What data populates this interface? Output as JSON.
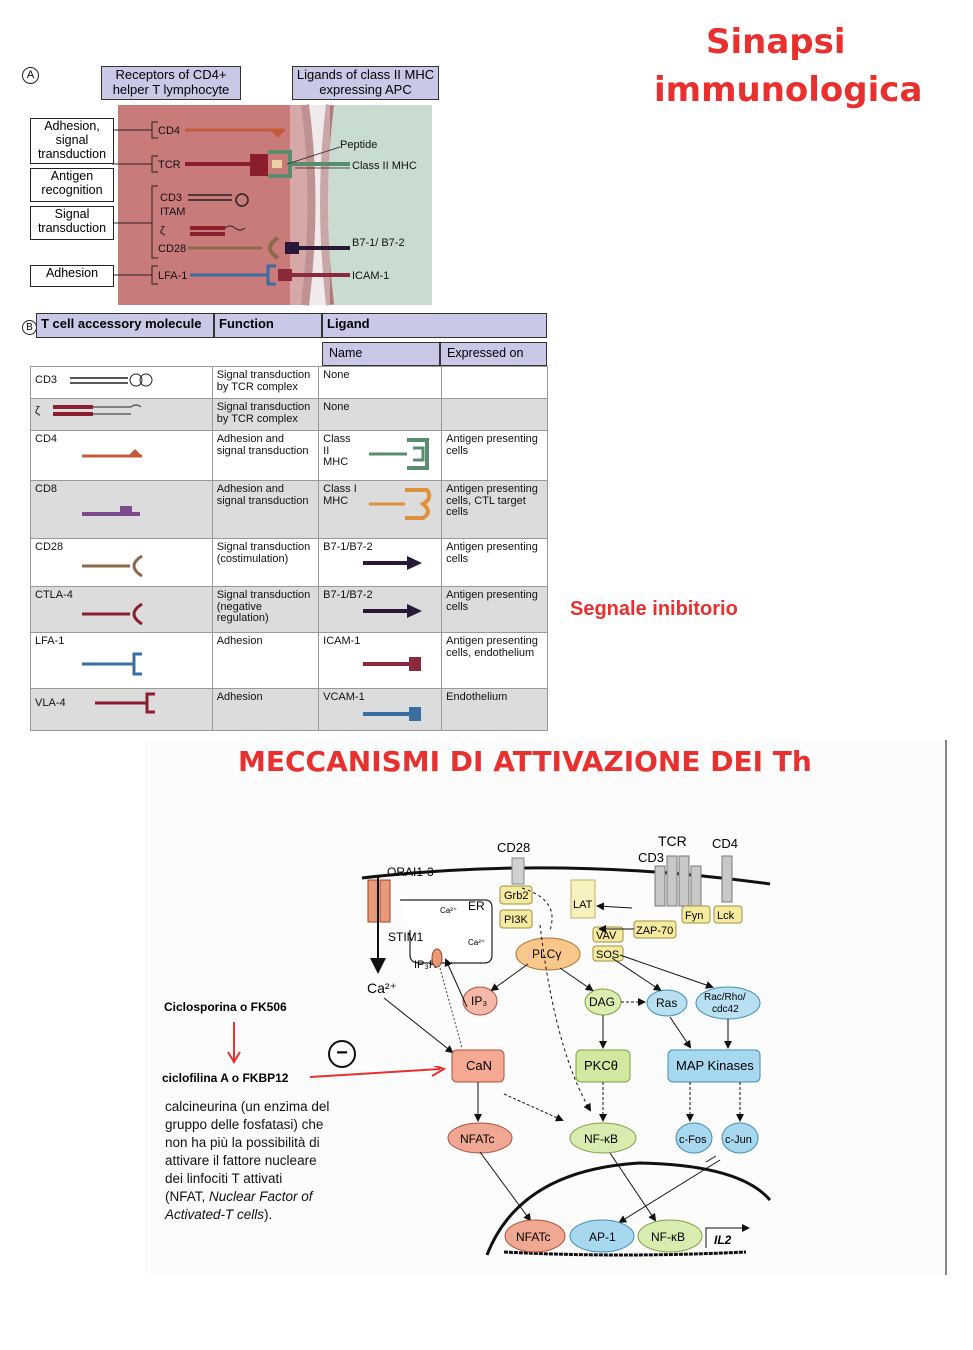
{
  "slide_title_line1": "Sinapsi",
  "slide_title_line2": "immunologica",
  "panel_a": {
    "marker": "A",
    "receptors_header": "Receptors of CD4+ helper T lymphocyte",
    "ligands_header": "Ligands of class II MHC expressing APC",
    "left_labels": [
      "Adhesion, signal transduction",
      "Antigen recognition",
      "Signal transduction",
      "Adhesion"
    ],
    "t_cell_molecules": [
      "CD4",
      "TCR",
      "CD3",
      "ITAM",
      "ζ",
      "CD28",
      "LFA-1"
    ],
    "apc_molecules": [
      "Peptide",
      "Class II MHC",
      "B7-1/ B7-2",
      "ICAM-1"
    ]
  },
  "panel_b": {
    "marker": "B",
    "col_molecule": "T cell accessory molecule",
    "col_function": "Function",
    "col_ligand": "Ligand",
    "col_name": "Name",
    "col_expressed": "Expressed on",
    "rows": [
      {
        "molecule": "CD3",
        "function": "Signal transduction by TCR complex",
        "name": "None",
        "expressed": ""
      },
      {
        "molecule": "ζ",
        "function": "Signal transduction by TCR complex",
        "name": "None",
        "expressed": ""
      },
      {
        "molecule": "CD4",
        "function": "Adhesion and signal transduction",
        "name": "Class II MHC",
        "expressed": "Antigen presenting cells"
      },
      {
        "molecule": "CD8",
        "function": "Adhesion and signal transduction",
        "name": "Class I MHC",
        "expressed": "Antigen presenting cells, CTL target cells"
      },
      {
        "molecule": "CD28",
        "function": "Signal transduction (costimulation)",
        "name": "B7-1/B7-2",
        "expressed": "Antigen presenting cells"
      },
      {
        "molecule": "CTLA-4",
        "function": "Signal transduction (negative regulation)",
        "name": "B7-1/B7-2",
        "expressed": "Antigen presenting cells"
      },
      {
        "molecule": "LFA-1",
        "function": "Adhesion",
        "name": "ICAM-1",
        "expressed": "Antigen presenting cells, endothelium"
      },
      {
        "molecule": "VLA-4",
        "function": "Adhesion",
        "name": "VCAM-1",
        "expressed": "Endothelium"
      }
    ]
  },
  "inhibitory_label": "Segnale inibitorio",
  "section_title": "MECCANISMI DI ATTIVAZIONE DEI Th",
  "drug_text": "Ciclosporina  o FK506",
  "binder_text": "ciclofilina A o FKBP12",
  "minus_symbol": "−",
  "description": "calcineurina (un enzima del gruppo delle fosfatasi) che non ha più la possibilità di attivare il fattore nucleare dei linfociti T attivati (NFAT, Nuclear Factor of Activated-T cells).",
  "desc_lines": [
    "calcineurina (un enzima del",
    "gruppo delle fosfatasi) che",
    "non ha più la possibilità di",
    "attivare il fattore nucleare",
    "dei linfociti T attivati",
    "(NFAT, "
  ],
  "desc_italic": "Nuclear Factor of",
  "desc_italic2": "Activated-T cells",
  "desc_end": ").",
  "pathway": {
    "cd28": "CD28",
    "tcr": "TCR",
    "cd4": "CD4",
    "cd3": "CD3",
    "orai": "ORAI1-3",
    "stim": "STIM1",
    "er": "ER",
    "ca_er": "Ca²⁺",
    "ip3r": "IP₃R",
    "ca_out": "Ca²⁺",
    "ca": "Ca",
    "grb2": "Grb2",
    "pi3k": "PI3K",
    "lat": "LAT",
    "vav": "VAV",
    "sos": "SOS",
    "zap70": "ZAP-70",
    "fyn": "Fyn",
    "lck": "Lck",
    "plcg": "PLCγ",
    "ip3": "IP₃",
    "dag": "DAG",
    "ras": "Ras",
    "rac": "Rac/Rho/",
    "cdc42": "cdc42",
    "can": "CaN",
    "pkc": "PKCθ",
    "mapk": "MAP Kinases",
    "nfatc": "NFATc",
    "nfkb": "NF-κB",
    "cfos": "c-Fos",
    "cjun": "c-Jun",
    "n_nfatc": "NFATc",
    "n_ap1": "AP-1",
    "n_nfkb": "NF-κB",
    "il2": "IL2"
  }
}
